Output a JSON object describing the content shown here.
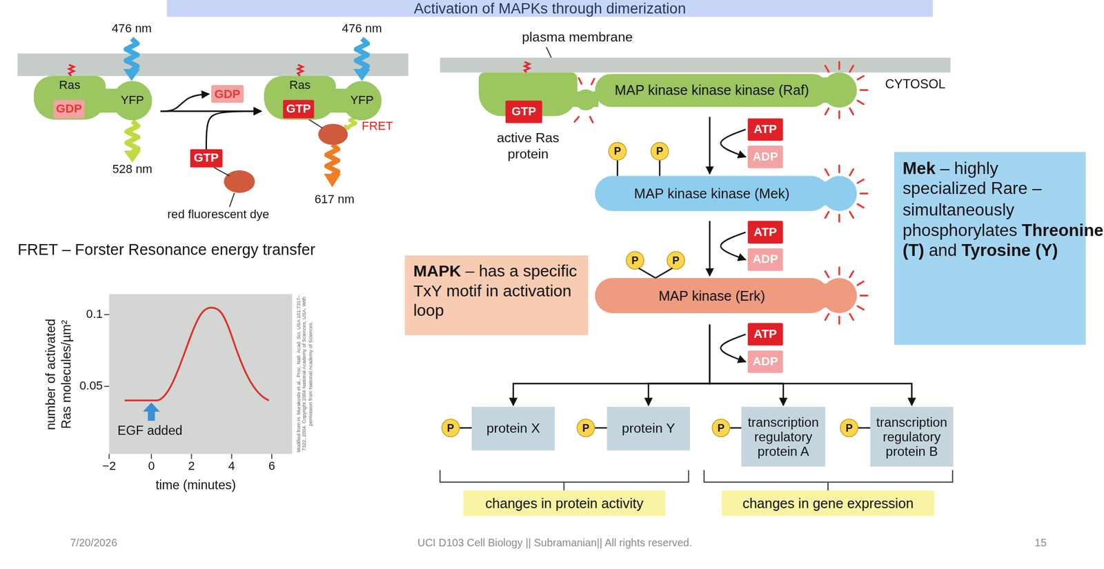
{
  "diagram": {
    "title": "Activation of MAPKs through dimerization",
    "nodes": [
      {
        "text": [
          "Ras"
        ]
      },
      {
        "text": [
          "GDP"
        ],
        "in": 0
      },
      {
        "text": [
          "YFP"
        ]
      },
      {
        "text": [
          "GDP"
        ]
      },
      {
        "text": [
          "GTP"
        ]
      },
      {
        "text": [
          "Ras"
        ]
      },
      {
        "text": [
          "GTP"
        ],
        "in": 5
      },
      {
        "text": [
          "YFP"
        ]
      },
      {
        "text": [
          "active Ras protein"
        ]
      },
      {
        "text": [
          "GTP"
        ],
        "in": 8
      },
      {
        "text": [
          "MAP kinase kinase kinase (Raf)"
        ]
      },
      {
        "text": [
          "ATP"
        ]
      },
      {
        "text": [
          "ADP"
        ]
      },
      {
        "text": [
          "P"
        ]
      },
      {
        "text": [
          "P"
        ]
      },
      {
        "text": [
          "MAP kinase kinase (Mek)"
        ]
      },
      {
        "text": [
          "Mek",
          "– highly specialized Rare – simultaneously phosphorylates",
          "Threonine (T)",
          "and",
          "Tyrosine (Y)"
        ]
      },
      {
        "text": [
          "ATP"
        ]
      },
      {
        "text": [
          "ADP"
        ]
      },
      {
        "text": [
          "P"
        ]
      },
      {
        "text": [
          "P"
        ]
      },
      {
        "text": [
          "MAPK",
          "– has a specific TxY motif in activation loop"
        ]
      },
      {
        "text": [
          "MAP kinase (Erk)"
        ]
      },
      {
        "text": [
          "ATP"
        ]
      },
      {
        "text": [
          "ADP"
        ]
      },
      {
        "text": [
          "P"
        ]
      },
      {
        "text": [
          "protein X"
        ]
      },
      {
        "text": [
          "P"
        ]
      },
      {
        "text": [
          "protein Y"
        ]
      },
      {
        "text": [
          "P"
        ]
      },
      {
        "text": [
          "transcription regulatory protein A"
        ]
      },
      {
        "text": [
          "P"
        ]
      },
      {
        "text": [
          "transcription regulatory protein B"
        ]
      },
      {
        "text": [
          "changes in protein activity"
        ]
      },
      {
        "text": [
          "changes in gene expression"
        ]
      }
    ],
    "edges": [
      {
        "from": 2,
        "to": 5,
        "arrow": "to"
      },
      {
        "from": 2,
        "to": 3,
        "arrow": "to"
      },
      {
        "from": 4,
        "to": 5,
        "arrow": "to"
      },
      {
        "from": 10,
        "to": 15,
        "arrow": "to"
      },
      {
        "from": 11,
        "to": 12,
        "arrow": "to"
      },
      {
        "from": 13,
        "to": 15,
        "arrow": "none"
      },
      {
        "from": 14,
        "to": 15,
        "arrow": "none"
      },
      {
        "from": 15,
        "to": 22,
        "arrow": "to"
      },
      {
        "from": 17,
        "to": 18,
        "arrow": "to"
      },
      {
        "from": 19,
        "to": 22,
        "arrow": "none"
      },
      {
        "from": 20,
        "to": 22,
        "arrow": "none"
      },
      {
        "from": 22,
        "to": 26,
        "arrow": "to"
      },
      {
        "from": 22,
        "to": 28,
        "arrow": "to"
      },
      {
        "from": 22,
        "to": 30,
        "arrow": "to"
      },
      {
        "from": 22,
        "to": 32,
        "arrow": "to"
      },
      {
        "from": 23,
        "to": 24,
        "arrow": "to"
      },
      {
        "from": 25,
        "to": 26,
        "arrow": "none"
      },
      {
        "from": 27,
        "to": 28,
        "arrow": "none"
      },
      {
        "from": 29,
        "to": 30,
        "arrow": "none"
      },
      {
        "from": 31,
        "to": 32,
        "arrow": "none"
      }
    ],
    "labels": [
      "476 nm",
      "528 nm",
      "476 nm",
      "FRET",
      "617 nm",
      "red fluorescent dye",
      "FRET – Forster Resonance energy transfer",
      "0.1",
      "0.05",
      "−2",
      "0",
      "2",
      "4",
      "6",
      "time (minutes)",
      "EGF added",
      "number of activated Ras molecules/µm²",
      "Modified from H. Murakoshi et al., Proc. Natl. Acad. Sci. USA 101:7317–7322, 2004. Copyright 2004 National Academy of Sciences, USA. With permission from National Academy of Sciences.",
      "plasma membrane",
      "CYTOSOL",
      "7/20/2026",
      "UCI D103 Cell Biology || Subramanian|| All rights reserved.",
      "15"
    ]
  }
}
